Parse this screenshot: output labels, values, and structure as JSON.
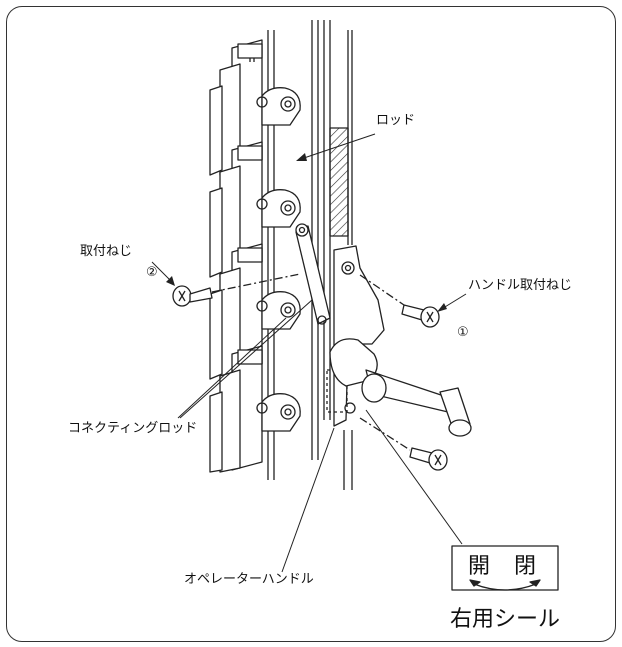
{
  "labels": {
    "rod": "ロッド",
    "mount_screw": "取付ねじ",
    "mount_screw_num": "②",
    "handle_screw": "ハンドル取付ねじ",
    "handle_screw_num": "①",
    "connecting_rod": "コネクティングロッド",
    "operator_handle": "オペレーターハンドル"
  },
  "sticker": {
    "open": "開",
    "close": "閉",
    "caption": "右用シール"
  }
}
